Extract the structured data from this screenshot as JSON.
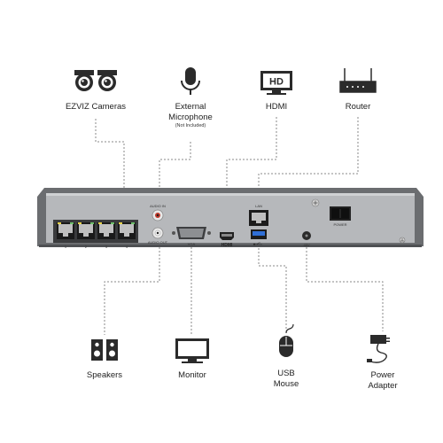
{
  "devices_top": {
    "cameras": "EZVIZ Cameras",
    "microphone": "External\nMicrophone",
    "microphone_note": "(Not Included)",
    "hdmi": "HDMI",
    "router": "Router"
  },
  "devices_bottom": {
    "speakers": "Speakers",
    "monitor": "Monitor",
    "mouse": "USB\nMouse",
    "power": "Power\nAdapter"
  },
  "panel": {
    "audio_in": "AUDIO IN",
    "audio_out": "AUDIO OUT",
    "vga": "VGA",
    "hdmi_logo": "HDMI",
    "lan": "LAN",
    "power": "POWER",
    "dc": "48V",
    "port1": "1",
    "port2": "2",
    "port3": "3",
    "port4": "4",
    "hd_icon": "HD"
  }
}
